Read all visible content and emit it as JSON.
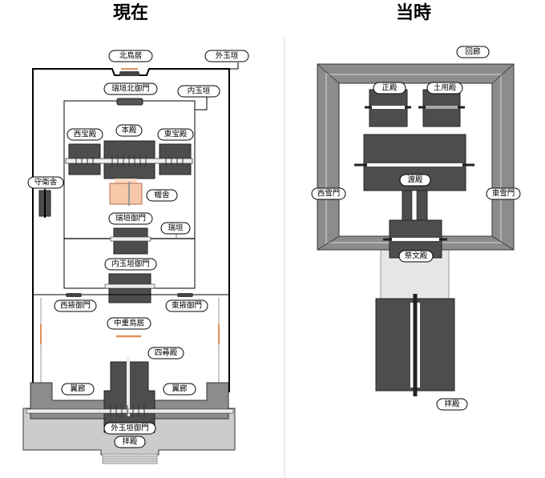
{
  "titles": {
    "present": "現在",
    "past": "当時"
  },
  "present": {
    "kita_torii": "北鳥居",
    "soto_tamagaki": "外玉垣",
    "mizugaki_kita_gomon": "瑞垣北御門",
    "uchi_tamagaki": "内玉垣",
    "nishi_houden": "西宝殿",
    "honden": "本殿",
    "higashi_houden": "東宝殿",
    "shueisha": "守衛舎",
    "akusha": "幄舎",
    "mizugaki_gomon": "瑞垣御門",
    "mizugaki": "瑞垣",
    "uchi_tamagaki_gomon": "内玉垣御門",
    "nishi_eki_gomon": "西掖御門",
    "higashi_eki_gomon": "東掖御門",
    "nakae_torii": "中重鳥居",
    "yohiroden": "四尋殿",
    "yokuro_west": "翼廊",
    "yokuro_east": "翼廊",
    "soto_tamagaki_gomon": "外玉垣御門",
    "haiden": "拝殿"
  },
  "past": {
    "kairo": "回廊",
    "seiden": "正殿",
    "doyoden": "土用殿",
    "watadono": "渡殿",
    "nishi_setsumon": "西雪門",
    "higashi_setsumon": "東雪門",
    "saimonden": "祭文殿",
    "haiden": "拝殿"
  },
  "colors": {
    "building": "#4d4d4d",
    "corridor": "#8c8c8c",
    "platform": "#cccccc",
    "akusha": "#f8c8a8",
    "torii": "#e0905a"
  }
}
